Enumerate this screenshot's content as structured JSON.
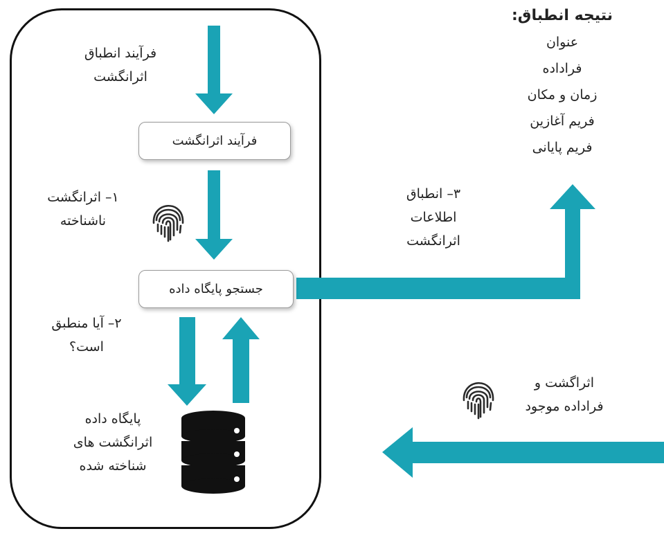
{
  "colors": {
    "arrow": "#1aa3b5",
    "frame": "#111111",
    "icon": "#2b2b2b"
  },
  "labels": {
    "process_title": [
      "فرآیند انطباق",
      "اثرانگشت"
    ],
    "box_process": "فرآیند اثرانگشت",
    "unknown_fp": [
      "۱– اثرانگشت",
      "ناشناخته"
    ],
    "box_search": "جستجو پایگاه داده",
    "is_match": [
      "۲– آیا منطبق",
      "است؟"
    ],
    "db_label": [
      "پایگاه داده",
      "اثرانگشت های",
      "شناخته شده"
    ],
    "match_info": [
      "۳– انطباق",
      "اطلاعات",
      "اثرانگشت"
    ],
    "result_title": "نتیجه انطباق:",
    "result_items": [
      "عنوان",
      "فراداده",
      "زمان و مکان",
      "فریم آغازین",
      "فریم پایانی"
    ],
    "existing": [
      "اثراگشت و",
      "فراداده موجود"
    ]
  },
  "icons": [
    "fingerprint-icon",
    "database-icon",
    "arrow-icon"
  ]
}
